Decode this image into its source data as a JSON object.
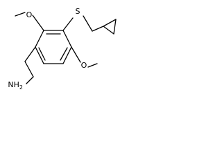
{
  "molecule": {
    "atoms": {
      "sulfur": "S",
      "oxygen_top": "O",
      "oxygen_bottom": "O",
      "amine": "NH",
      "amine_subscript": "2"
    }
  }
}
